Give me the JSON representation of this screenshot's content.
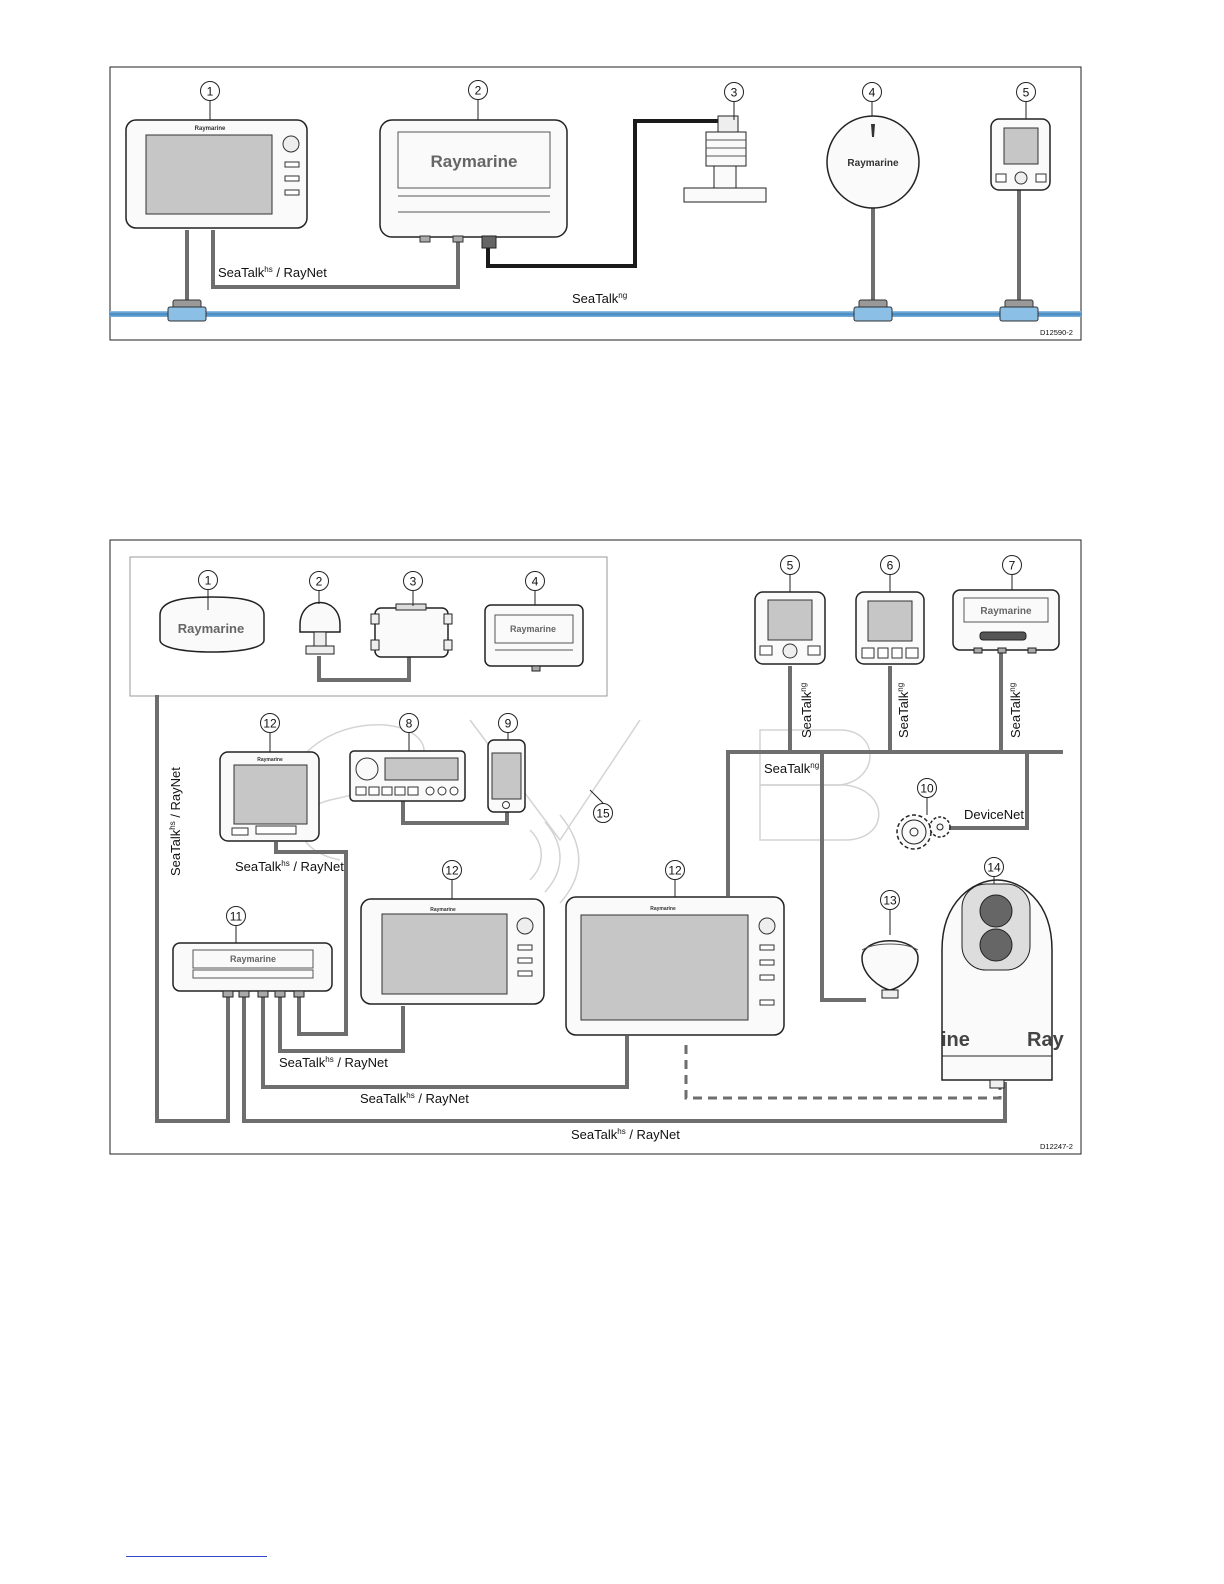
{
  "diagram1": {
    "code": "D12590-2",
    "callouts": [
      "1",
      "2",
      "3",
      "4",
      "5"
    ],
    "cables": {
      "hs_prefix": "SeaTalk",
      "hs_sup": "hs",
      "hs_suffix": " / RayNet",
      "ng_prefix": "SeaTalk",
      "ng_sup": "ng"
    },
    "brands": {
      "display_small": "Raymarine",
      "module": "Raymarine",
      "compass": "Raymarine"
    },
    "colors": {
      "backbone": "#4a8fc4",
      "cable": "#6e6e6e",
      "transducer_cable": "#1a1a1a"
    }
  },
  "diagram2": {
    "code": "D12247-2",
    "callouts": [
      "1",
      "2",
      "3",
      "4",
      "5",
      "6",
      "7",
      "8",
      "9",
      "10",
      "11",
      "12",
      "12",
      "12",
      "13",
      "14",
      "15"
    ],
    "cables": {
      "hs_prefix": "SeaTalk",
      "hs_sup": "hs",
      "hs_suffix": " / RayNet",
      "ng_prefix": "SeaTalk",
      "ng_sup": "ng",
      "devicenet": "DeviceNet"
    },
    "brands": {
      "radome": "Raymarine",
      "module": "Raymarine",
      "network_switch": "Raymarine",
      "camera_left": "ine",
      "camera_right": "Ray",
      "display": "Raymarine"
    },
    "colors": {
      "cable": "#6e6e6e",
      "screen": "#c6c6c6"
    }
  }
}
